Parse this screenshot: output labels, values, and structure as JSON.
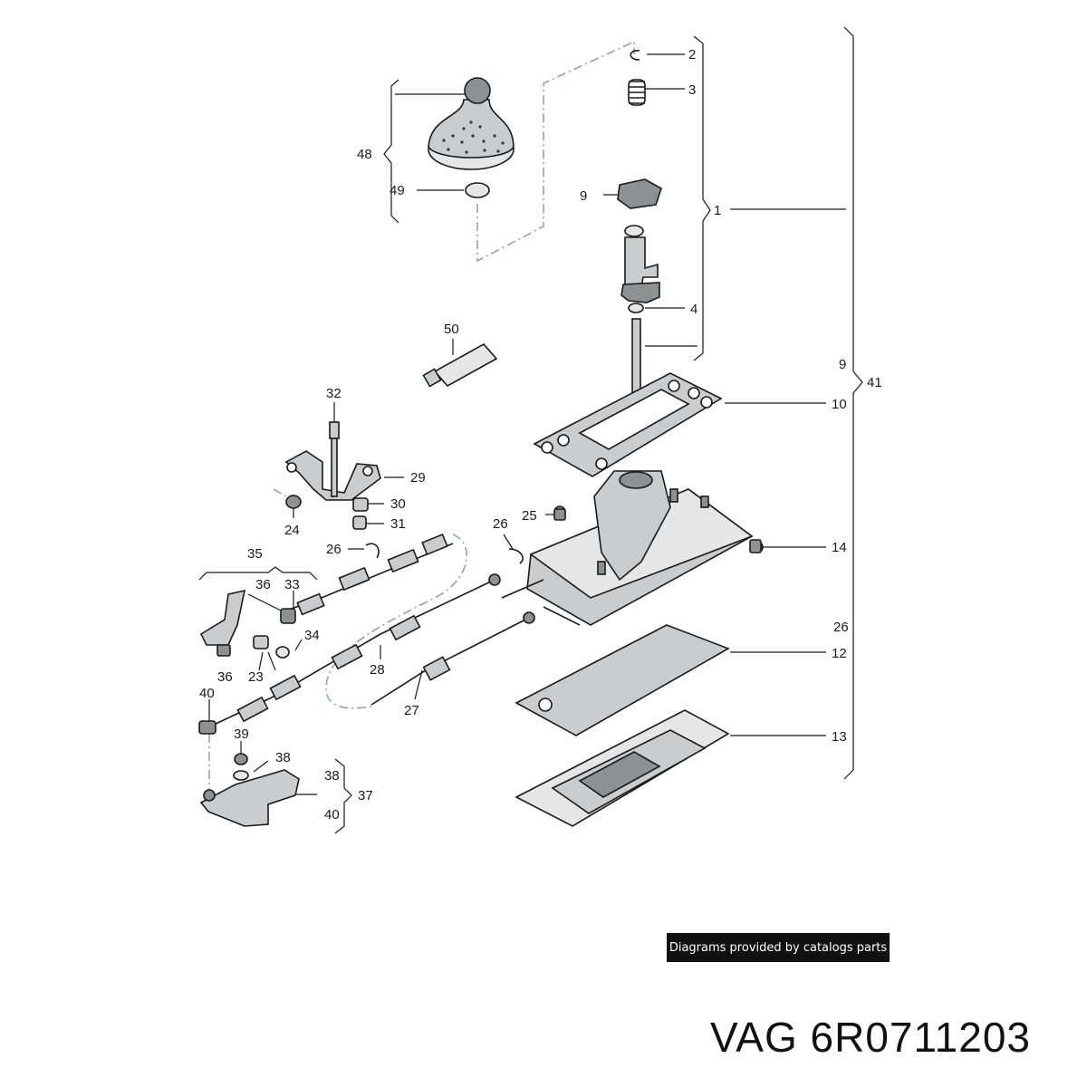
{
  "callouts": {
    "c1": "1",
    "c2": "2",
    "c3": "3",
    "c4": "4",
    "c9a": "9",
    "c9b": "9",
    "c10": "10",
    "c12": "12",
    "c13": "13",
    "c14": "14",
    "c23": "23",
    "c24": "24",
    "c25": "25",
    "c26a": "26",
    "c26b": "26",
    "c26c": "26",
    "c27": "27",
    "c28": "28",
    "c29": "29",
    "c30": "30",
    "c31": "31",
    "c32": "32",
    "c33": "33",
    "c34": "34",
    "c35": "35",
    "c36a": "36",
    "c36b": "36",
    "c37": "37",
    "c38a": "38",
    "c38b": "38",
    "c39": "39",
    "c40a": "40",
    "c40b": "40",
    "c41": "41",
    "c48": "48",
    "c49": "49",
    "c50": "50"
  },
  "credit": "Diagrams provided by catalogs parts",
  "part_number": "VAG 6R0711203",
  "icons": {
    "gear_knob": "gear-knob-icon",
    "spring": "spring-icon",
    "selector_lever": "selector-lever-icon",
    "housing": "selector-housing-icon",
    "cable": "shift-cable-icon",
    "bracket": "bracket-icon",
    "seal": "gasket-seal-icon"
  }
}
